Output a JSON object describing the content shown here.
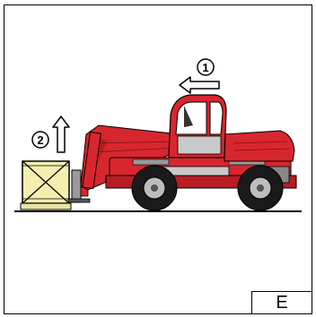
{
  "figure": {
    "step_markers": [
      "1",
      "2"
    ],
    "icons": [
      "telehandler-icon",
      "pallet-crate-icon",
      "arrow-left-icon",
      "arrow-up-icon"
    ],
    "colors": {
      "machine_red": "#d8262e",
      "crate_yellow": "#f4efb0"
    }
  },
  "corner_label": "E"
}
